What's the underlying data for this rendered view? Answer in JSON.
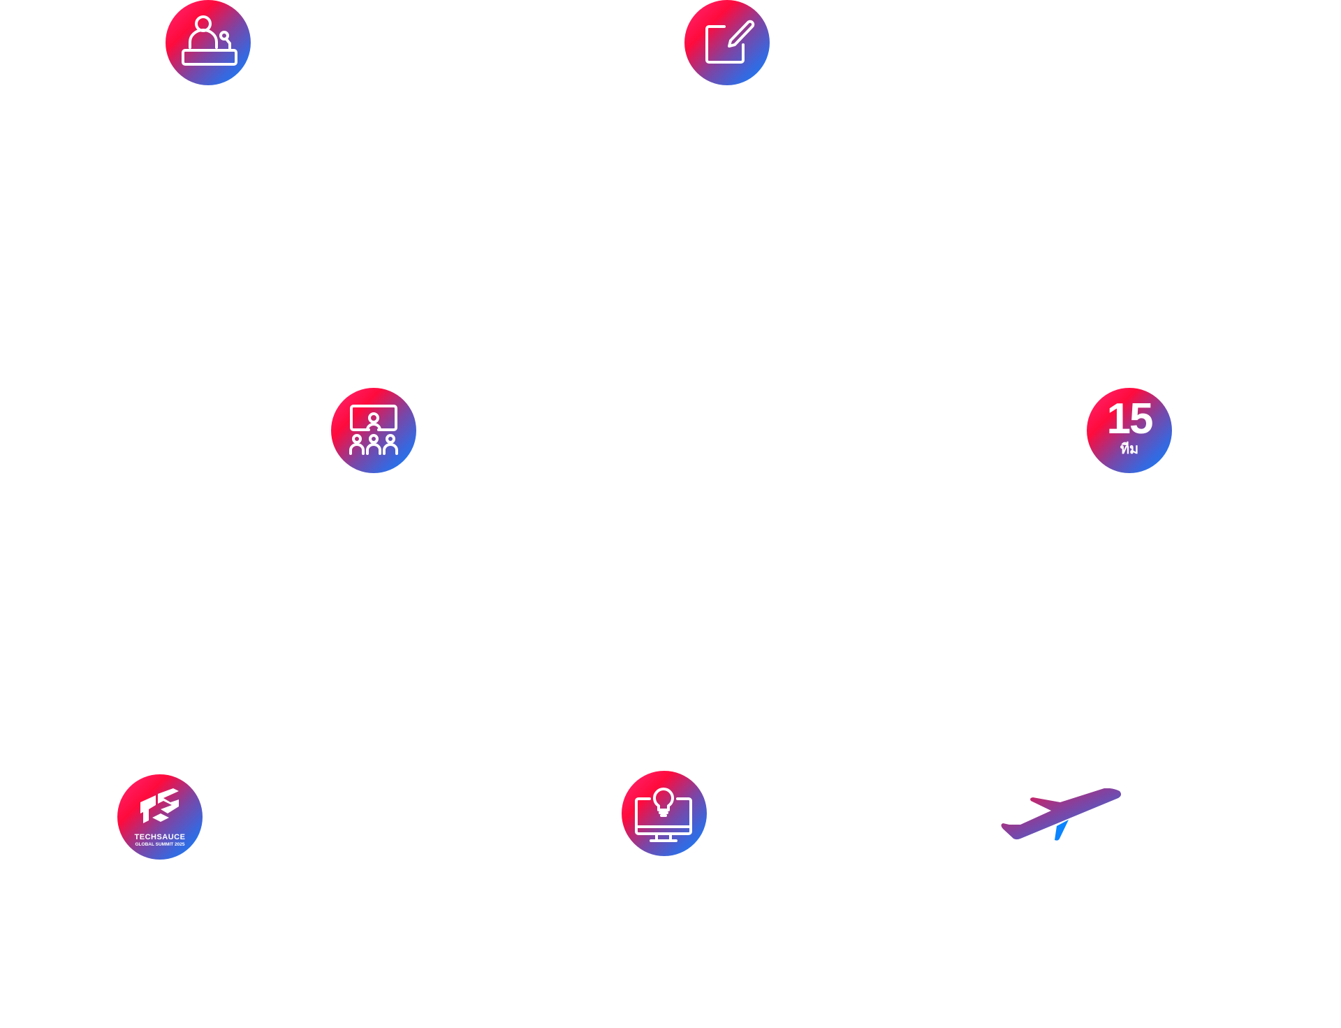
{
  "page": {
    "background": "#ffffff",
    "gradient": {
      "start": "#ff0a3c",
      "mid": "#7a46a6",
      "end": "#0a84ff"
    }
  },
  "icons": [
    {
      "id": "speaker",
      "name": "speaker-podium-icon"
    },
    {
      "id": "edit",
      "name": "edit-note-icon"
    },
    {
      "id": "class",
      "name": "classroom-presentation-icon"
    },
    {
      "id": "teams",
      "name": "teams-count-badge",
      "value": "15",
      "unit": "ทีม"
    },
    {
      "id": "techsauce",
      "name": "techsauce-logo",
      "brand": "TECHSAUCE",
      "event": "GLOBAL SUMMIT 2025"
    },
    {
      "id": "idea",
      "name": "monitor-lightbulb-icon"
    },
    {
      "id": "plane",
      "name": "airplane-takeoff-icon"
    }
  ]
}
